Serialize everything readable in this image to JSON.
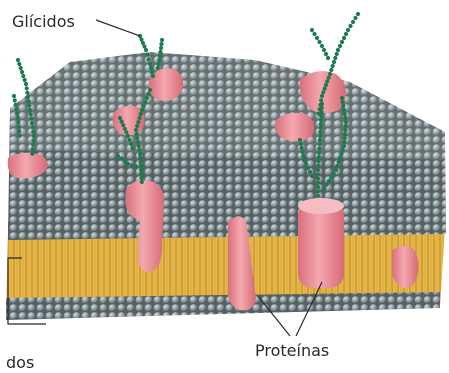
{
  "labels": {
    "glicidos": "Glícidos",
    "proteinas": "Proteínas",
    "lipidos_fragment": "dos"
  },
  "colors": {
    "background": "#ffffff",
    "head_light": "#b7c2c6",
    "head_dark": "#5c686d",
    "tail_yellow": "#e3b64a",
    "tail_line": "#c9922c",
    "protein": "#ea8c95",
    "protein_light": "#f6b3ba",
    "glycan_green": "#1f7a4f",
    "label_text": "#2a2a2a"
  }
}
